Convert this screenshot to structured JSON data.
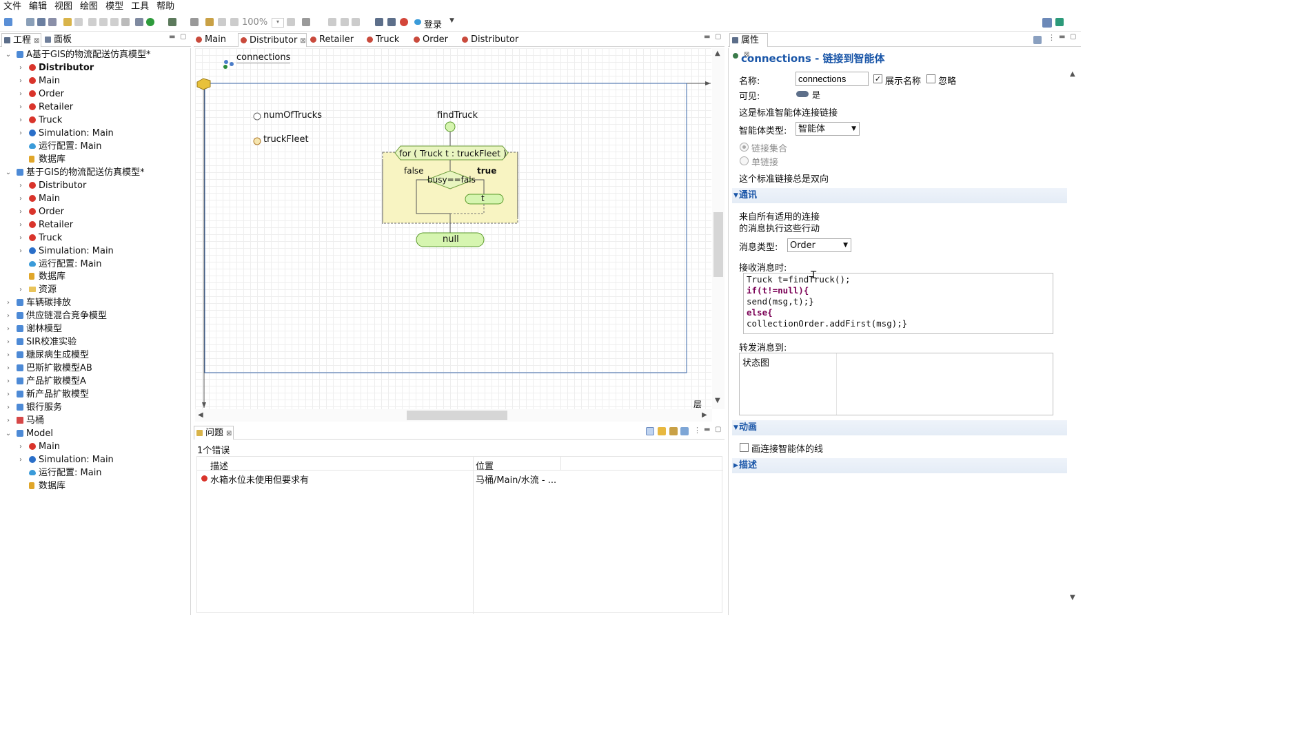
{
  "menu": [
    "文件",
    "编辑",
    "视图",
    "绘图",
    "模型",
    "工具",
    "帮助"
  ],
  "toolbar": {
    "zoom": "100%",
    "login": "登录"
  },
  "left_panel": {
    "tabs": [
      "工程",
      "面板"
    ],
    "tree": [
      {
        "label": "A基于GIS的物流配送仿真模型*",
        "level": 0,
        "icon": "project",
        "expanded": true
      },
      {
        "label": "Distributor",
        "level": 1,
        "icon": "agent",
        "bold": true
      },
      {
        "label": "Main",
        "level": 1,
        "icon": "agent"
      },
      {
        "label": "Order",
        "level": 1,
        "icon": "agent"
      },
      {
        "label": "Retailer",
        "level": 1,
        "icon": "agent"
      },
      {
        "label": "Truck",
        "level": 1,
        "icon": "agent"
      },
      {
        "label": "Simulation: Main",
        "level": 1,
        "icon": "experiment"
      },
      {
        "label": "运行配置: Main",
        "level": 1,
        "icon": "cloud",
        "noarrow": true
      },
      {
        "label": "数据库",
        "level": 1,
        "icon": "db",
        "noarrow": true
      },
      {
        "label": "基于GIS的物流配送仿真模型*",
        "level": 0,
        "icon": "project",
        "expanded": true
      },
      {
        "label": "Distributor",
        "level": 1,
        "icon": "agent"
      },
      {
        "label": "Main",
        "level": 1,
        "icon": "agent"
      },
      {
        "label": "Order",
        "level": 1,
        "icon": "agent"
      },
      {
        "label": "Retailer",
        "level": 1,
        "icon": "agent"
      },
      {
        "label": "Truck",
        "level": 1,
        "icon": "agent"
      },
      {
        "label": "Simulation: Main",
        "level": 1,
        "icon": "experiment"
      },
      {
        "label": "运行配置: Main",
        "level": 1,
        "icon": "cloud",
        "noarrow": true
      },
      {
        "label": "数据库",
        "level": 1,
        "icon": "db",
        "noarrow": true
      },
      {
        "label": "资源",
        "level": 1,
        "icon": "folder"
      },
      {
        "label": "车辆碳排放",
        "level": 0,
        "icon": "project"
      },
      {
        "label": "供应链混合竞争模型",
        "level": 0,
        "icon": "project"
      },
      {
        "label": "谢林模型",
        "level": 0,
        "icon": "project"
      },
      {
        "label": "SIR校准实验",
        "level": 0,
        "icon": "project"
      },
      {
        "label": "糖尿病生成模型",
        "level": 0,
        "icon": "project"
      },
      {
        "label": "巴斯扩散模型AB",
        "level": 0,
        "icon": "project"
      },
      {
        "label": "产品扩散模型A",
        "level": 0,
        "icon": "project"
      },
      {
        "label": "新产品扩散模型",
        "level": 0,
        "icon": "project"
      },
      {
        "label": "银行服务",
        "level": 0,
        "icon": "project"
      },
      {
        "label": "马桶",
        "level": 0,
        "icon": "project-red"
      },
      {
        "label": "Model",
        "level": 0,
        "icon": "project",
        "expanded": true
      },
      {
        "label": "Main",
        "level": 1,
        "icon": "agent"
      },
      {
        "label": "Simulation: Main",
        "level": 1,
        "icon": "experiment"
      },
      {
        "label": "运行配置: Main",
        "level": 1,
        "icon": "cloud",
        "noarrow": true
      },
      {
        "label": "数据库",
        "level": 1,
        "icon": "db",
        "noarrow": true
      }
    ]
  },
  "editor": {
    "tabs": [
      "Main",
      "Distributor",
      "Retailer",
      "Truck",
      "Order",
      "Distributor"
    ],
    "active_tab": 1,
    "diagram": {
      "connections": "connections",
      "param1": "numOfTrucks",
      "param2": "truckFleet",
      "function": "findTruck",
      "loop": "for ( Truck t : truckFleet )",
      "cond": "busy==fals",
      "false_lbl": "false",
      "true_lbl": "true",
      "ret_t": "t",
      "ret_null": "null"
    },
    "layer_lbl": "层"
  },
  "problems": {
    "tab": "问题",
    "summary": "1个错误",
    "col_desc": "描述",
    "col_loc": "位置",
    "rows": [
      {
        "desc": "水箱水位未使用但要求有",
        "loc": "马桶/Main/水流 - ..."
      }
    ]
  },
  "properties": {
    "tab": "属性",
    "title": "connections - 链接到智能体",
    "name_lbl": "名称:",
    "name_val": "connections",
    "show_name": "展示名称",
    "ignore": "忽略",
    "visible_lbl": "可见:",
    "visible_val": "是",
    "desc1": "这是标准智能体连接链接",
    "agent_type_lbl": "智能体类型:",
    "agent_type_val": "智能体",
    "radio1": "链接集合",
    "radio2": "单链接",
    "desc2": "这个标准链接总是双向",
    "sec_comm": "通讯",
    "comm1": "来自所有适用的连接",
    "comm2": "的消息执行这些行动",
    "msg_type_lbl": "消息类型:",
    "msg_type_val": "Order",
    "on_receive_lbl": "接收消息时:",
    "code": [
      "Truck t=findTruck();",
      "if(t!=null){",
      "send(msg,t);}",
      "else{",
      "collectionOrder.addFirst(msg);}"
    ],
    "forward_lbl": "转发消息到:",
    "forward_val": "状态图",
    "sec_anim": "动画",
    "draw_line": "画连接智能体的线",
    "sec_desc": "描述"
  }
}
